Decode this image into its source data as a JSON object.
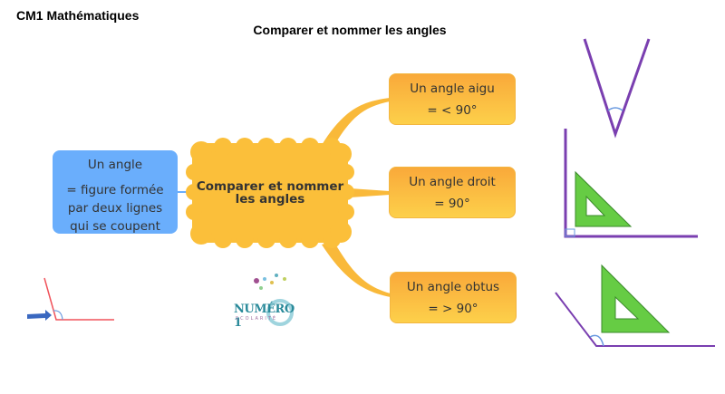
{
  "header": {
    "doc_title": "CM1 Mathématiques",
    "map_title": "Comparer et nommer les angles"
  },
  "central_node": {
    "label": "Comparer et nommer les angles"
  },
  "definition_node": {
    "title": "Un angle",
    "text": "= figure formée par deux lignes qui se coupent"
  },
  "branches": [
    {
      "title": "Un angle aigu",
      "text": "= < 90°"
    },
    {
      "title": "Un angle droit",
      "text": "= 90°"
    },
    {
      "title": "Un angle obtus",
      "text": "= > 90°"
    }
  ],
  "logo": {
    "text": "NUMÉRO 1",
    "subtext": "SCOLARITÉ"
  },
  "colors": {
    "orange": "#fbbf3a",
    "blue": "#6aaefc",
    "purple": "#7a3fb0",
    "green": "#66cc44",
    "red": "#f0525a"
  }
}
